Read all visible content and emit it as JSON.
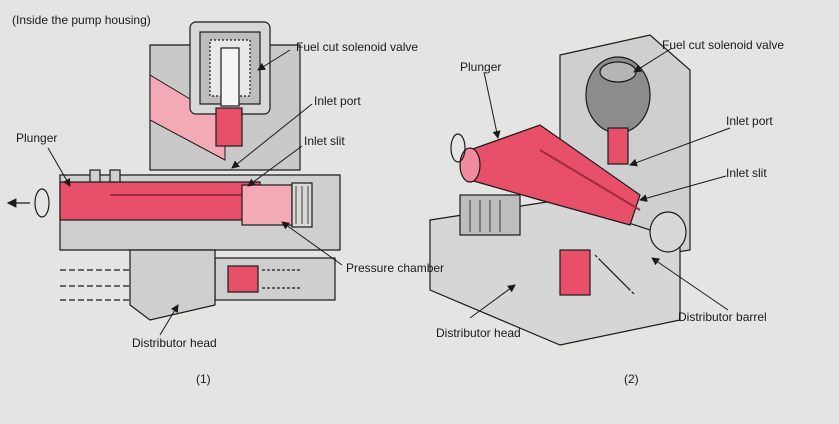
{
  "header": {
    "note": "(Inside the pump housing)"
  },
  "left_figure": {
    "caption": "(1)",
    "labels": {
      "solenoid": "Fuel cut solenoid valve",
      "inlet_port": "Inlet port",
      "inlet_slit": "Inlet slit",
      "plunger": "Plunger",
      "pressure_chamber": "Pressure chamber",
      "distributor_head": "Distributor head"
    }
  },
  "right_figure": {
    "caption": "(2)",
    "labels": {
      "solenoid": "Fuel cut solenoid valve",
      "plunger": "Plunger",
      "inlet_port": "Inlet port",
      "inlet_slit": "Inlet slit",
      "distributor_head": "Distributor head",
      "distributor_barrel": "Distributor barrel"
    }
  },
  "colors": {
    "background": "#e4e4e2",
    "metal": "#cfcfcf",
    "metal_dark": "#8c8c8c",
    "fuel": "#e8506a",
    "fuel_light": "#f3a9b6",
    "line": "#1a1a1a"
  }
}
